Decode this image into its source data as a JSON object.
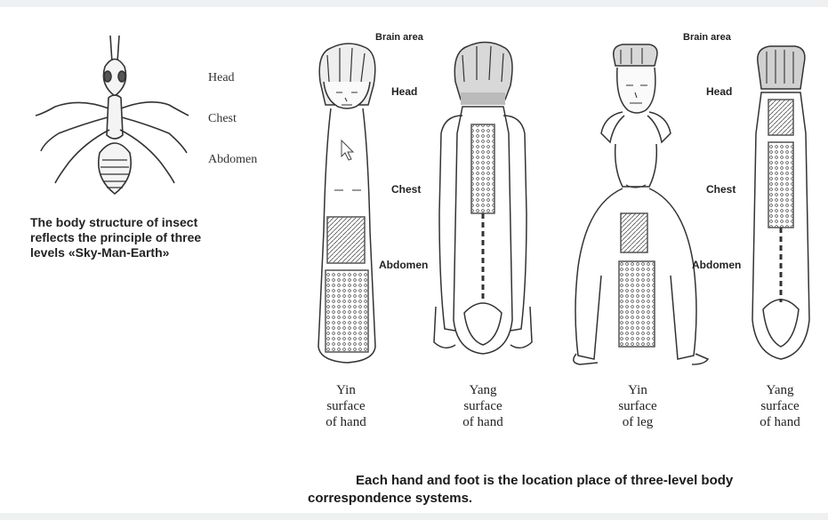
{
  "insect": {
    "labels": {
      "head": "Head",
      "chest": "Chest",
      "abdomen": "Abdomen"
    },
    "caption": {
      "line1": "The body structure of insect",
      "line2": "reflects the principle of three",
      "line3": "levels «Sky-Man-Earth»"
    }
  },
  "figures": [
    {
      "brain_label": "Brain area",
      "head_label": "Head",
      "chest_label": "Chest",
      "abdomen_label": "Abdomen",
      "caption": [
        "Yin",
        "surface",
        "of hand"
      ]
    },
    {
      "caption": [
        "Yang",
        "surface",
        "of hand"
      ]
    },
    {
      "caption": [
        "Yin",
        "surface",
        "of leg"
      ]
    },
    {
      "brain_label": "Brain area",
      "head_label": "Head",
      "chest_label": "Chest",
      "abdomen_label": "Abdomen",
      "caption": [
        "Yang",
        "surface",
        "of hand"
      ]
    }
  ],
  "bottom_caption": {
    "line1": "Each hand and foot is the location place of three-level body",
    "line2": "correspondence systems."
  }
}
